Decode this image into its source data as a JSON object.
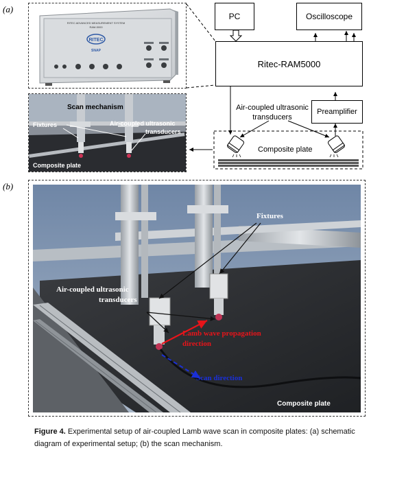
{
  "panel_a": {
    "tag": "(a)",
    "device": {
      "brand_line": "RITEC ADVANCED MEASUREMENT SYSTEM",
      "model_line": "RAM-5000",
      "logo_text": "RITEC",
      "snap_text": "SNAP"
    },
    "diagram": {
      "pc": "PC",
      "oscilloscope": "Oscilloscope",
      "ritec": "Ritec-RAM5000",
      "preamplifier": "Preamplifier",
      "transducers": "Air-coupled ultrasonic transducers",
      "composite_plate": "Composite plate"
    },
    "photo": {
      "scan_mechanism": "Scan mechanism",
      "fixtures": "Fixtures",
      "transducers_line1": "Air-coupled ultrasonic",
      "transducers_line2": "transducers",
      "composite_plate": "Composite plate"
    }
  },
  "panel_b": {
    "tag": "(b)",
    "fixtures": "Fixtures",
    "transducers_line1": "Air-coupled ultrasonic",
    "transducers_line2": "transducers",
    "lamb_line1": "Lamb wave propagation",
    "lamb_line2": "direction",
    "scan_direction": "Scan direction",
    "composite_plate": "Composite plate",
    "colors": {
      "lamb_arrow": "#e8141a",
      "scan_arrow": "#1a2fd8",
      "label_white": "#ffffff"
    }
  },
  "caption": {
    "label": "Figure 4.",
    "text": "Experimental setup of air-coupled Lamb wave scan in composite plates: (a) schematic diagram of experimental setup; (b) the scan mechanism."
  }
}
